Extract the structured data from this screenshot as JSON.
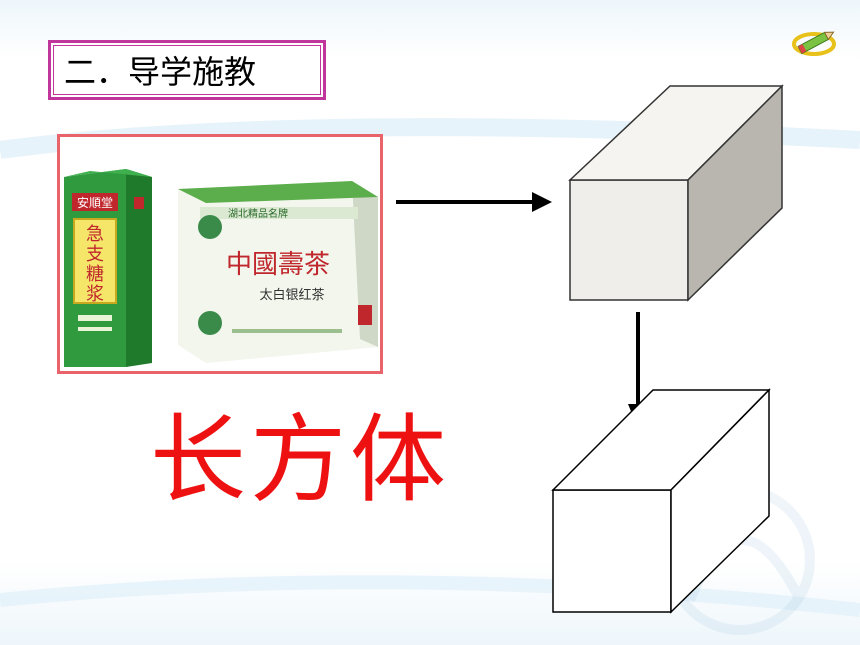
{
  "title": "二．导学施教",
  "product_box1": {
    "brand": "安順堂",
    "name_chars": [
      "急",
      "支",
      "糖",
      "浆"
    ]
  },
  "product_box2": {
    "name": "中國壽茶",
    "top_badge": "湖北精品名牌",
    "subtitle": "太白银红茶"
  },
  "big_word": "长方体",
  "colors": {
    "title_border": "#c0369a",
    "photo_border": "#e8646a",
    "big_word": "#ee1111",
    "green_box": "#2f9a3e",
    "cube_face": "#efeeea",
    "cube_side": "#b8b6ae"
  },
  "icons": {
    "corner": "pencil-icon",
    "right_arrow": "arrow-right-icon",
    "down_arrow": "arrow-down-icon"
  }
}
